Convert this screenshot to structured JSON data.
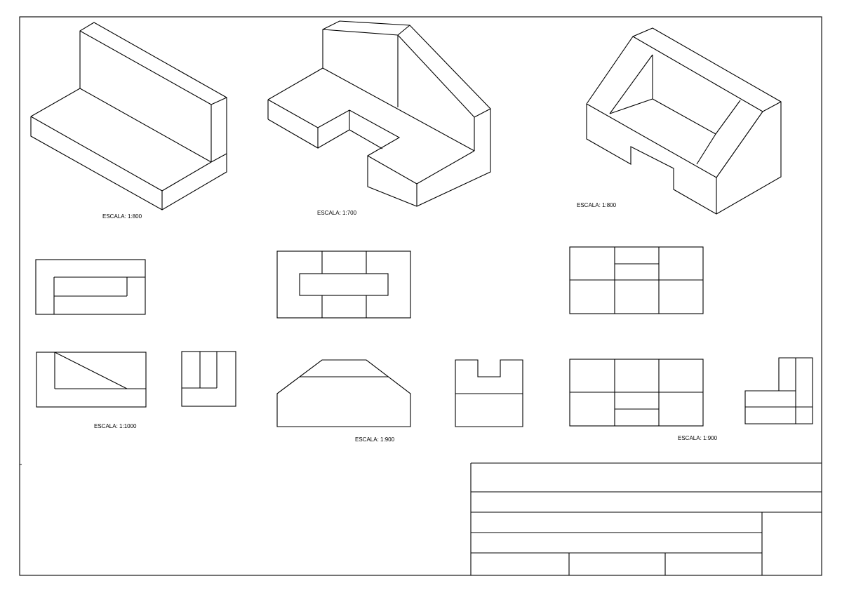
{
  "labels": {
    "scale_iso_1": "ESCALA: 1:800",
    "scale_iso_2": "ESCALA: 1:700",
    "scale_iso_3": "ESCALA: 1:800",
    "scale_views_1": "ESCALA: 1:1000",
    "scale_views_2": "ESCALA: 1:900",
    "scale_views_3": "ESCALA: 1:900"
  }
}
